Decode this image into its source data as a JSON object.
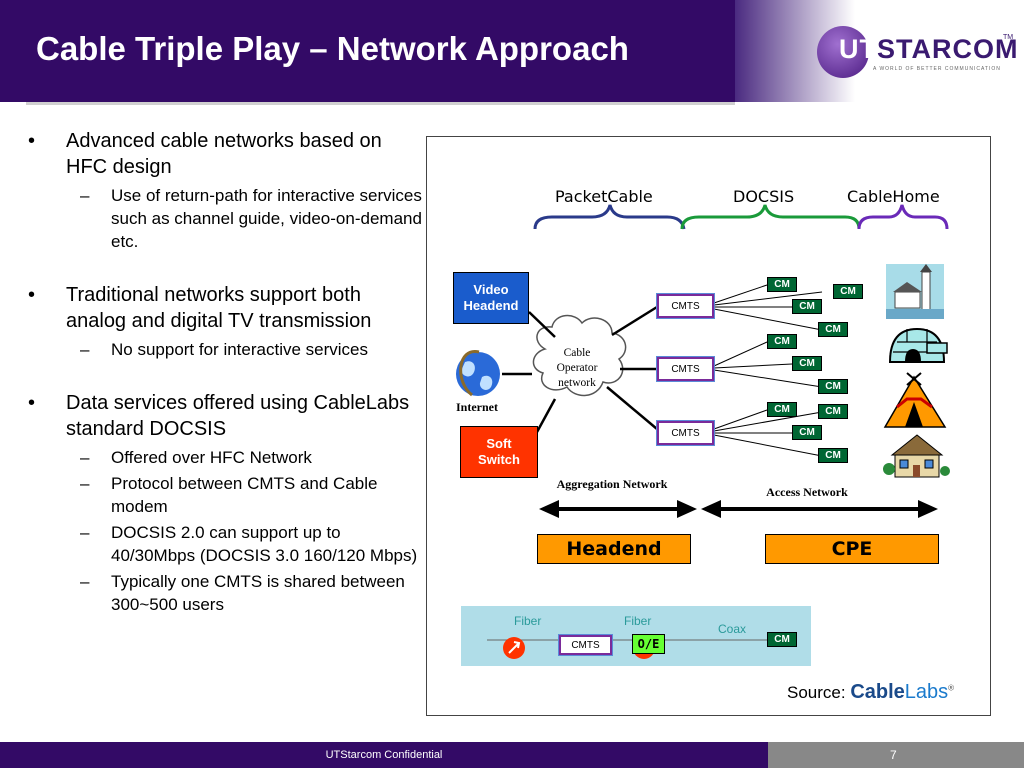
{
  "slide": {
    "title": "Cable Triple Play – Network Approach",
    "logo": {
      "ut": "UT",
      "rest": "STARCOM",
      "tm": "TM",
      "tagline": "A WORLD OF BETTER COMMUNICATION"
    },
    "footer": {
      "text": "UTStarcom Confidential",
      "page": "7"
    }
  },
  "bullets": {
    "b1": {
      "marker": "•",
      "text": "Advanced cable networks based on HFC design"
    },
    "b1_1": {
      "marker": "–",
      "text": "Use of return-path for interactive services such as channel guide, video-on-demand etc."
    },
    "b2": {
      "marker": "•",
      "text": "Traditional networks support both analog and digital TV transmission"
    },
    "b2_1": {
      "marker": "–",
      "text": "No support for interactive services"
    },
    "b3": {
      "marker": "•",
      "text": "Data services offered using CableLabs standard DOCSIS"
    },
    "b3_1": {
      "marker": "–",
      "text": "Offered over HFC Network"
    },
    "b3_2": {
      "marker": "–",
      "text": "Protocol between CMTS and Cable modem"
    },
    "b3_3": {
      "marker": "–",
      "text": "DOCSIS 2.0 can support up to 40/30Mbps (DOCSIS 3.0 160/120 Mbps)"
    },
    "b3_4": {
      "marker": "–",
      "text": "Typically one CMTS is shared between 300~500 users"
    }
  },
  "diagram": {
    "spec_labels": {
      "packetcable": "PacketCable",
      "docsis": "DOCSIS",
      "cablehome": "CableHome"
    },
    "video_headend": [
      "Video",
      "Headend"
    ],
    "soft_switch": [
      "Soft",
      "Switch"
    ],
    "internet": "Internet",
    "cloud": [
      "Cable",
      "Operator",
      "network"
    ],
    "cmts_label": "CMTS",
    "cm_label": "CM",
    "aggregation": "Aggregation Network",
    "access": "Access Network",
    "headend": "Headend",
    "cpe": "CPE",
    "strip": {
      "fiber1": "Fiber",
      "fiber2": "Fiber",
      "coax": "Coax",
      "cmts": "CMTS",
      "oe": "O/E",
      "cm": "CM"
    },
    "source_label": "Source:",
    "source_brand": {
      "cable": "Cable",
      "labs": "Labs",
      "mark": "®"
    },
    "colors": {
      "packetcable_brace": "#2a3a8a",
      "docsis_brace": "#1a9a3a",
      "cablehome_brace": "#6a2ab8"
    },
    "house_icons": [
      "lighthouse-icon",
      "igloo-icon",
      "tepee-icon",
      "house-icon"
    ]
  }
}
